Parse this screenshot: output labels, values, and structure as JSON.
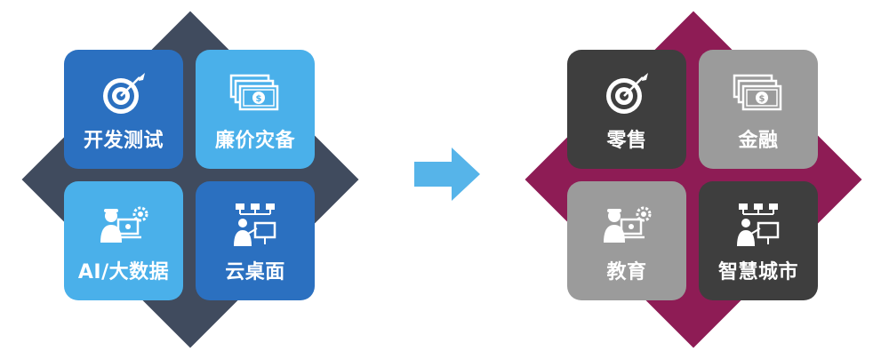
{
  "colors": {
    "left_diamond": "#404b5e",
    "right_diamond": "#8e1c55",
    "arrow": "#56b4e9",
    "dark_blue_tile": "#2b70c0",
    "light_blue_tile": "#4ab0ea",
    "dark_gray_tile": "#3e3e3e",
    "light_gray_tile": "#9b9b9b"
  },
  "left": {
    "tiles": [
      {
        "label": "开发测试",
        "icon": "target-icon"
      },
      {
        "label": "廉价灾备",
        "icon": "money-stack-icon"
      },
      {
        "label": "AI/大数据",
        "icon": "analyst-gear-icon"
      },
      {
        "label": "云桌面",
        "icon": "presenter-network-icon"
      }
    ]
  },
  "right": {
    "tiles": [
      {
        "label": "零售",
        "icon": "target-icon"
      },
      {
        "label": "金融",
        "icon": "money-stack-icon"
      },
      {
        "label": "教育",
        "icon": "analyst-gear-icon"
      },
      {
        "label": "智慧城市",
        "icon": "presenter-network-icon"
      }
    ]
  }
}
